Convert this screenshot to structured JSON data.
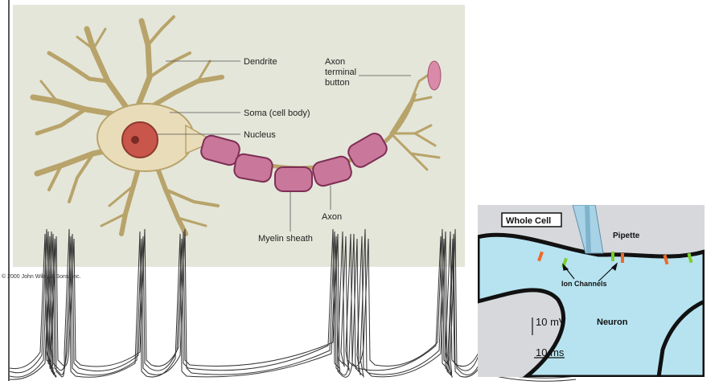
{
  "neuron_diagram": {
    "labels": {
      "dendrite": "Dendrite",
      "soma": "Soma (cell body)",
      "nucleus": "Nucleus",
      "axon_terminal_1": "Axon",
      "axon_terminal_2": "terminal",
      "axon_terminal_3": "button",
      "axon": "Axon",
      "myelin": "Myelin sheath"
    },
    "copyright": "© 2000 John Wiley & Sons, Inc.",
    "colors": {
      "background": "#e4e6d9",
      "cell_body": "#e9dcb9",
      "outline": "#b8a36a",
      "myelin": "#c9779b",
      "nucleus": "#c9564a",
      "terminal_button": "#d98aa8"
    }
  },
  "patch_clamp": {
    "title": "Whole Cell",
    "pipette": "Pipette",
    "ion_channels": "Ion Channels",
    "neuron": "Neuron",
    "colors": {
      "cytoplasm": "#b7e3f0",
      "background": "#d7d8dc",
      "pipette": "#a8d3e6",
      "channel_green": "#7ccf2a",
      "channel_orange": "#ef6a2a"
    }
  },
  "recording": {
    "scale_voltage": "10 mV",
    "scale_time": "10 ms",
    "trace_color": "#333333"
  }
}
